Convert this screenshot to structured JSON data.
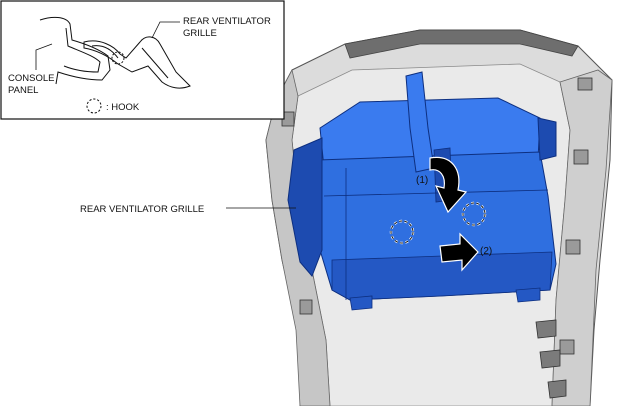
{
  "inset": {
    "rear_ventilator_grille_line1": "REAR VENTILATOR",
    "rear_ventilator_grille_line2": "GRILLE",
    "console_panel_line1": "CONSOLE",
    "console_panel_line2": "PANEL",
    "hook_legend": ": HOOK"
  },
  "main": {
    "rear_ventilator_grille_label": "REAR VENTILATOR GRILLE",
    "step1": "(1)",
    "step2": "(2)"
  },
  "colors": {
    "grille_blue": "#2f6fe0",
    "grille_blue_dark": "#1d4bb0",
    "panel_gray": "#d9d9d9",
    "line": "#111111"
  }
}
